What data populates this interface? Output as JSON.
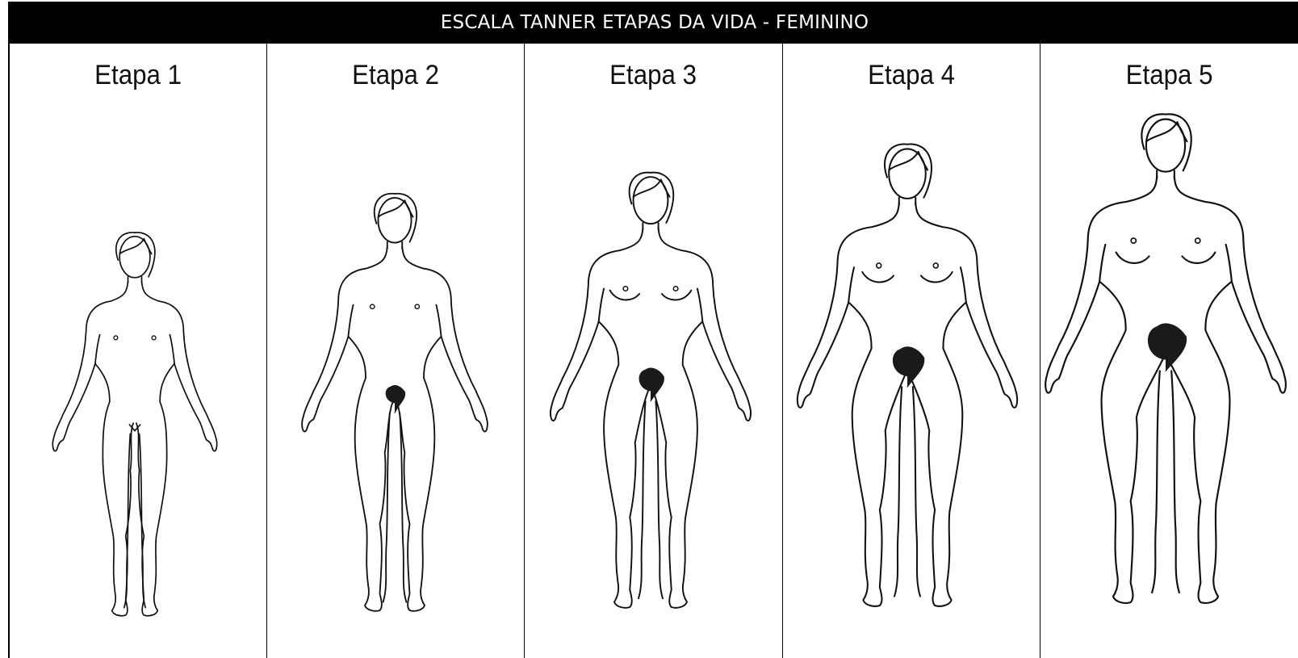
{
  "title": "ESCALA TANNER ETAPAS DA VIDA - FEMININO",
  "stages": [
    {
      "label": "Etapa 1",
      "breast": 1,
      "pubic": 0
    },
    {
      "label": "Etapa 2",
      "breast": 2,
      "pubic": 1
    },
    {
      "label": "Etapa 3",
      "breast": 3,
      "pubic": 2
    },
    {
      "label": "Etapa 4",
      "breast": 4,
      "pubic": 3
    },
    {
      "label": "Etapa 5",
      "breast": 5,
      "pubic": 4
    }
  ]
}
